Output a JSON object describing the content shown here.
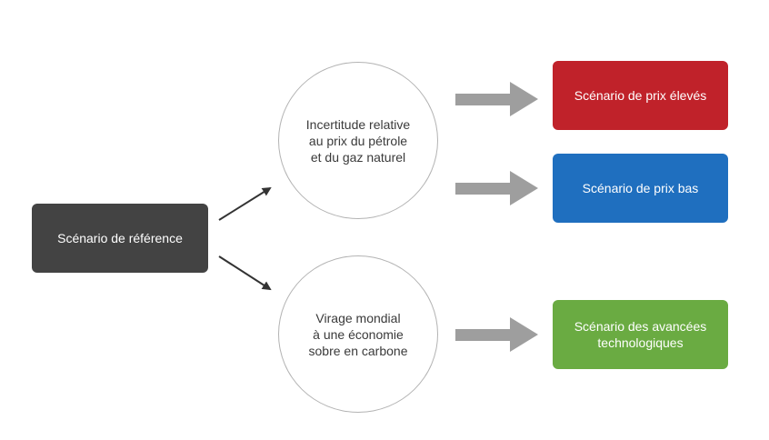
{
  "reference": {
    "label": "Scénario de référence",
    "color": "#434343"
  },
  "uncertainty": {
    "label": "Incertitude relative\nau prix du pétrole\net du gaz naturel"
  },
  "transition": {
    "label": "Virage mondial\nà une économie\nsobre en carbone"
  },
  "outcomes": {
    "high_price": {
      "label": "Scénario de prix élevés",
      "color": "#c0222a"
    },
    "low_price": {
      "label": "Scénario de prix bas",
      "color": "#1f6fbf"
    },
    "technology": {
      "label": "Scénario des avancées\ntechnologiques",
      "color": "#6aab42"
    }
  },
  "arrow_color": "#9e9e9e",
  "connector_color": "#333333"
}
